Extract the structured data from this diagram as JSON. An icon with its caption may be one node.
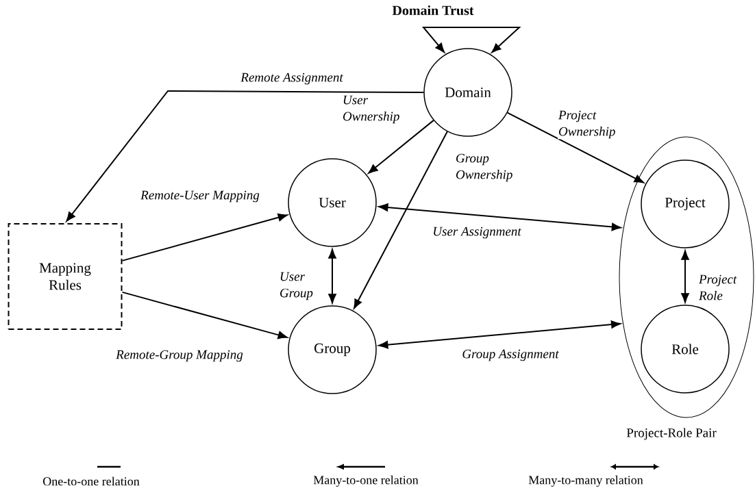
{
  "diagram": {
    "nodes": [
      {
        "text": [
          "Domain"
        ]
      },
      {
        "text": [
          "Mapping Rules"
        ]
      },
      {
        "text": [
          "User"
        ]
      },
      {
        "text": [
          "Group"
        ]
      },
      {
        "text": [
          "Project-Role Pair"
        ]
      },
      {
        "text": [
          "Project"
        ],
        "in": 4
      },
      {
        "text": [
          "Role"
        ],
        "in": 4
      }
    ],
    "edges": [
      {
        "from": 0,
        "to": 1,
        "arrow": "to",
        "label": "Remote Assignment"
      },
      {
        "from": 1,
        "to": 2,
        "arrow": "to",
        "label": "Remote-User Mapping"
      },
      {
        "from": 1,
        "to": 3,
        "arrow": "to",
        "label": "Remote-Group Mapping"
      },
      {
        "from": 0,
        "to": 2,
        "arrow": "to",
        "label": "User Ownership"
      },
      {
        "from": 0,
        "to": 3,
        "arrow": "to",
        "label": "Group Ownership"
      },
      {
        "from": 0,
        "to": 5,
        "arrow": "to",
        "label": "Project Ownership"
      },
      {
        "from": 2,
        "to": 4,
        "arrow": "both",
        "label": "User Assignment"
      },
      {
        "from": 2,
        "to": 3,
        "arrow": "both",
        "label": "User Group"
      },
      {
        "from": 3,
        "to": 4,
        "arrow": "both",
        "label": "Group Assignment"
      },
      {
        "from": 5,
        "to": 6,
        "arrow": "both",
        "label": "Project Role"
      },
      {
        "from": 0,
        "to": 0,
        "arrow": "both",
        "label": "Domain Trust"
      }
    ],
    "legend": [
      {
        "text": "One-to-one relation"
      },
      {
        "text": "Many-to-one relation"
      },
      {
        "text": "Many-to-many relation"
      }
    ]
  }
}
